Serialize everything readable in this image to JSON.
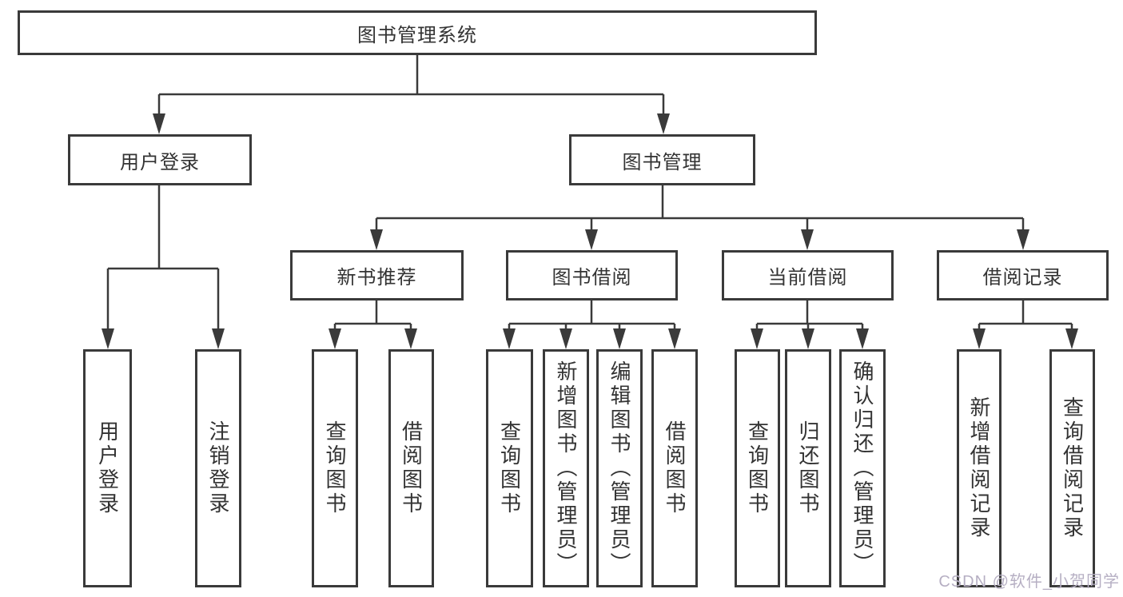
{
  "diagram": {
    "tree": {
      "root": "图书管理系统",
      "user_login": {
        "label": "用户登录",
        "children": [
          "用户登录",
          "注销登录"
        ]
      },
      "book_mgmt": {
        "label": "图书管理",
        "sections": {
          "new_books": {
            "label": "新书推荐",
            "children": [
              "查询图书",
              "借阅图书"
            ]
          },
          "book_borrow": {
            "label": "图书借阅",
            "children": [
              "查询图书",
              "新增图书（管理员）",
              "编辑图书（管理员）",
              "借阅图书"
            ]
          },
          "current_borrow": {
            "label": "当前借阅",
            "children": [
              "查询图书",
              "归还图书",
              "确认归还（管理员）"
            ]
          },
          "borrow_records": {
            "label": "借阅记录",
            "children": [
              "新增借阅记录",
              "查询借阅记录"
            ]
          }
        }
      }
    },
    "watermark": "CSDN @软件_小贺同学",
    "colors": {
      "line": "#3a3a3a",
      "box_border": "#3a3a3a",
      "text": "#333333",
      "watermark": "#b6afc3",
      "background": "#ffffff"
    }
  }
}
